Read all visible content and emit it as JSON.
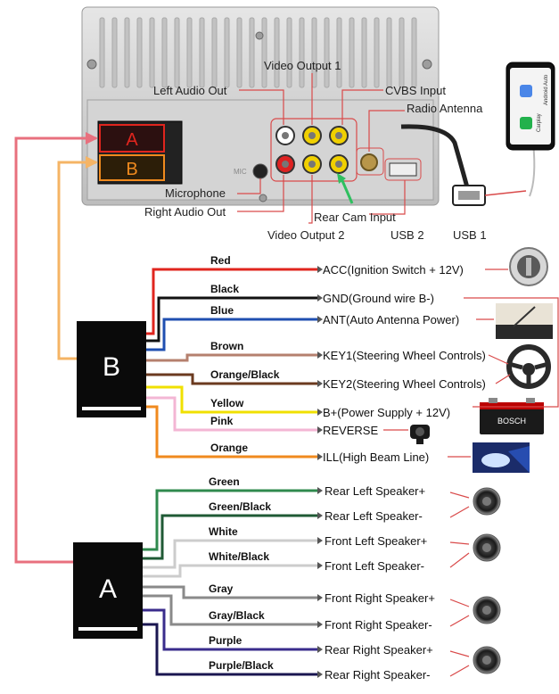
{
  "colors": {
    "red": "#e0251e",
    "black": "#111111",
    "blue": "#1f4fb0",
    "brown": "#b5806e",
    "orange_black": "#6b3a1f",
    "yellow": "#f0e000",
    "pink": "#f3b6d4",
    "orange": "#f08a1e",
    "green": "#2f8a4e",
    "green_black": "#1f5a35",
    "white": "#cccccc",
    "gray": "#8a8a8a",
    "purple": "#3a2c8c",
    "purple_black": "#1a1650",
    "link_a": "#e8707e",
    "link_b": "#f5b465"
  },
  "unit": {
    "connector_a_label": "A",
    "connector_b_label": "B",
    "mic_label": "MIC"
  },
  "port_labels": {
    "left_audio_out": "Left Audio Out",
    "video_output_1": "Video Output 1",
    "cvbs_input": "CVBS Input",
    "radio_antenna": "Radio Antenna",
    "microphone": "Microphone",
    "right_audio_out": "Right Audio Out",
    "video_output_2": "Video Output 2",
    "rear_cam_input": "Rear Cam Input",
    "usb_2": "USB 2",
    "usb_1": "USB 1"
  },
  "phone": {
    "app_label_1": "Carplay",
    "app_label_2": "Android Auto"
  },
  "connector_b": {
    "label": "B",
    "wires": [
      {
        "color_name": "Red",
        "function": "ACC(Ignition Switch + 12V)",
        "icon": "ignition-icon"
      },
      {
        "color_name": "Black",
        "function": "GND(Ground wire B-)",
        "icon": ""
      },
      {
        "color_name": "Blue",
        "function": "ANT(Auto Antenna Power)",
        "icon": "antenna-photo-icon"
      },
      {
        "color_name": "Brown",
        "function": "KEY1(Steering Wheel Controls)",
        "icon": "steering-wheel-icon"
      },
      {
        "color_name": "Orange/Black",
        "function": "KEY2(Steering Wheel Controls)",
        "icon": ""
      },
      {
        "color_name": "Yellow",
        "function": "B+(Power Supply + 12V)",
        "icon": "battery-icon"
      },
      {
        "color_name": "Pink",
        "function": "REVERSE",
        "icon": "rear-camera-icon"
      },
      {
        "color_name": "Orange",
        "function": "ILL(High Beam Line)",
        "icon": "headlight-icon"
      }
    ],
    "battery_brand": "BOSCH"
  },
  "connector_a": {
    "label": "A",
    "wires": [
      {
        "color_name": "Green",
        "function": "Rear Left Speaker+"
      },
      {
        "color_name": "Green/Black",
        "function": "Rear Left Speaker-"
      },
      {
        "color_name": "White",
        "function": "Front Left Speaker+"
      },
      {
        "color_name": "White/Black",
        "function": "Front Left Speaker-"
      },
      {
        "color_name": "Gray",
        "function": "Front Right Speaker+"
      },
      {
        "color_name": "Gray/Black",
        "function": "Front Right Speaker-"
      },
      {
        "color_name": "Purple",
        "function": "Rear Right Speaker+"
      },
      {
        "color_name": "Purple/Black",
        "function": "Rear Right Speaker-"
      }
    ]
  }
}
